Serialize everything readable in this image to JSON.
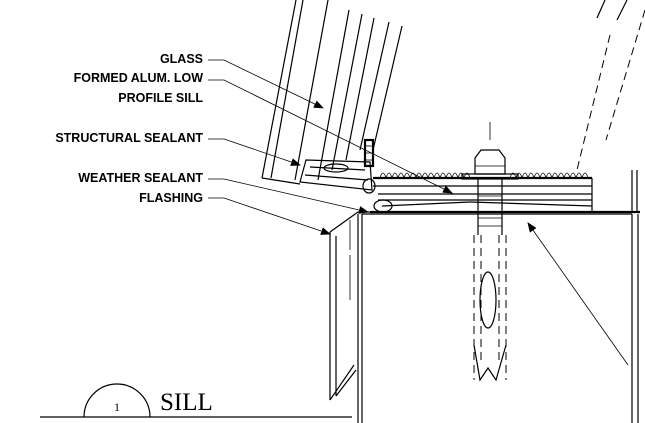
{
  "callouts": [
    {
      "id": "glass",
      "text": "GLASS"
    },
    {
      "id": "sill-line1",
      "text": "FORMED ALUM. LOW"
    },
    {
      "id": "sill-line2",
      "text": "PROFILE SILL"
    },
    {
      "id": "structural",
      "text": "STRUCTURAL SEALANT"
    },
    {
      "id": "weather",
      "text": "WEATHER SEALANT"
    },
    {
      "id": "flashing",
      "text": "FLASHING"
    }
  ],
  "detail": {
    "number": "1",
    "title": "SILL"
  },
  "colors": {
    "ink": "#000000",
    "paper": "#ffffff"
  }
}
